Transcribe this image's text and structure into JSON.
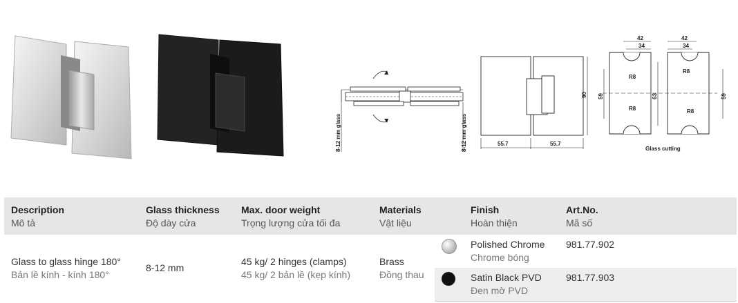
{
  "drawing": {
    "glass_label": "8-12 mm glass",
    "dim_557": "55.7",
    "dim_90": "90",
    "dim_59": "59",
    "dim_63": "63",
    "dim_42": "42",
    "dim_34": "34",
    "dim_r8": "R8",
    "glass_cutting": "Glass cutting"
  },
  "table": {
    "headers": [
      {
        "en": "Description",
        "vi": "Mô tả"
      },
      {
        "en": "Glass thickness",
        "vi": "Độ dày cửa"
      },
      {
        "en": "Max. door weight",
        "vi": "Trọng lượng cửa tối đa"
      },
      {
        "en": "Materials",
        "vi": "Vật liệu"
      },
      {
        "en": "Finish",
        "vi": "Hoàn thiện"
      },
      {
        "en": "Art.No.",
        "vi": "Mã số"
      }
    ],
    "product": {
      "description_en": "Glass to glass hinge 180°",
      "description_vi": "Bản lề kính - kính 180°",
      "glass_thickness": "8-12 mm",
      "weight_en": "45 kg/ 2 hinges (clamps)",
      "weight_vi": "45 kg/ 2 bản lề (kẹp kính)",
      "material_en": "Brass",
      "material_vi": "Đồng thau"
    },
    "finishes": [
      {
        "en": "Polished Chrome",
        "vi": "Chrome bóng",
        "art_no": "981.77.902",
        "swatch": "#c8c8c8"
      },
      {
        "en": "Satin Black PVD",
        "vi": "Đen mờ PVD",
        "art_no": "981.77.903",
        "swatch": "#111111"
      }
    ]
  }
}
